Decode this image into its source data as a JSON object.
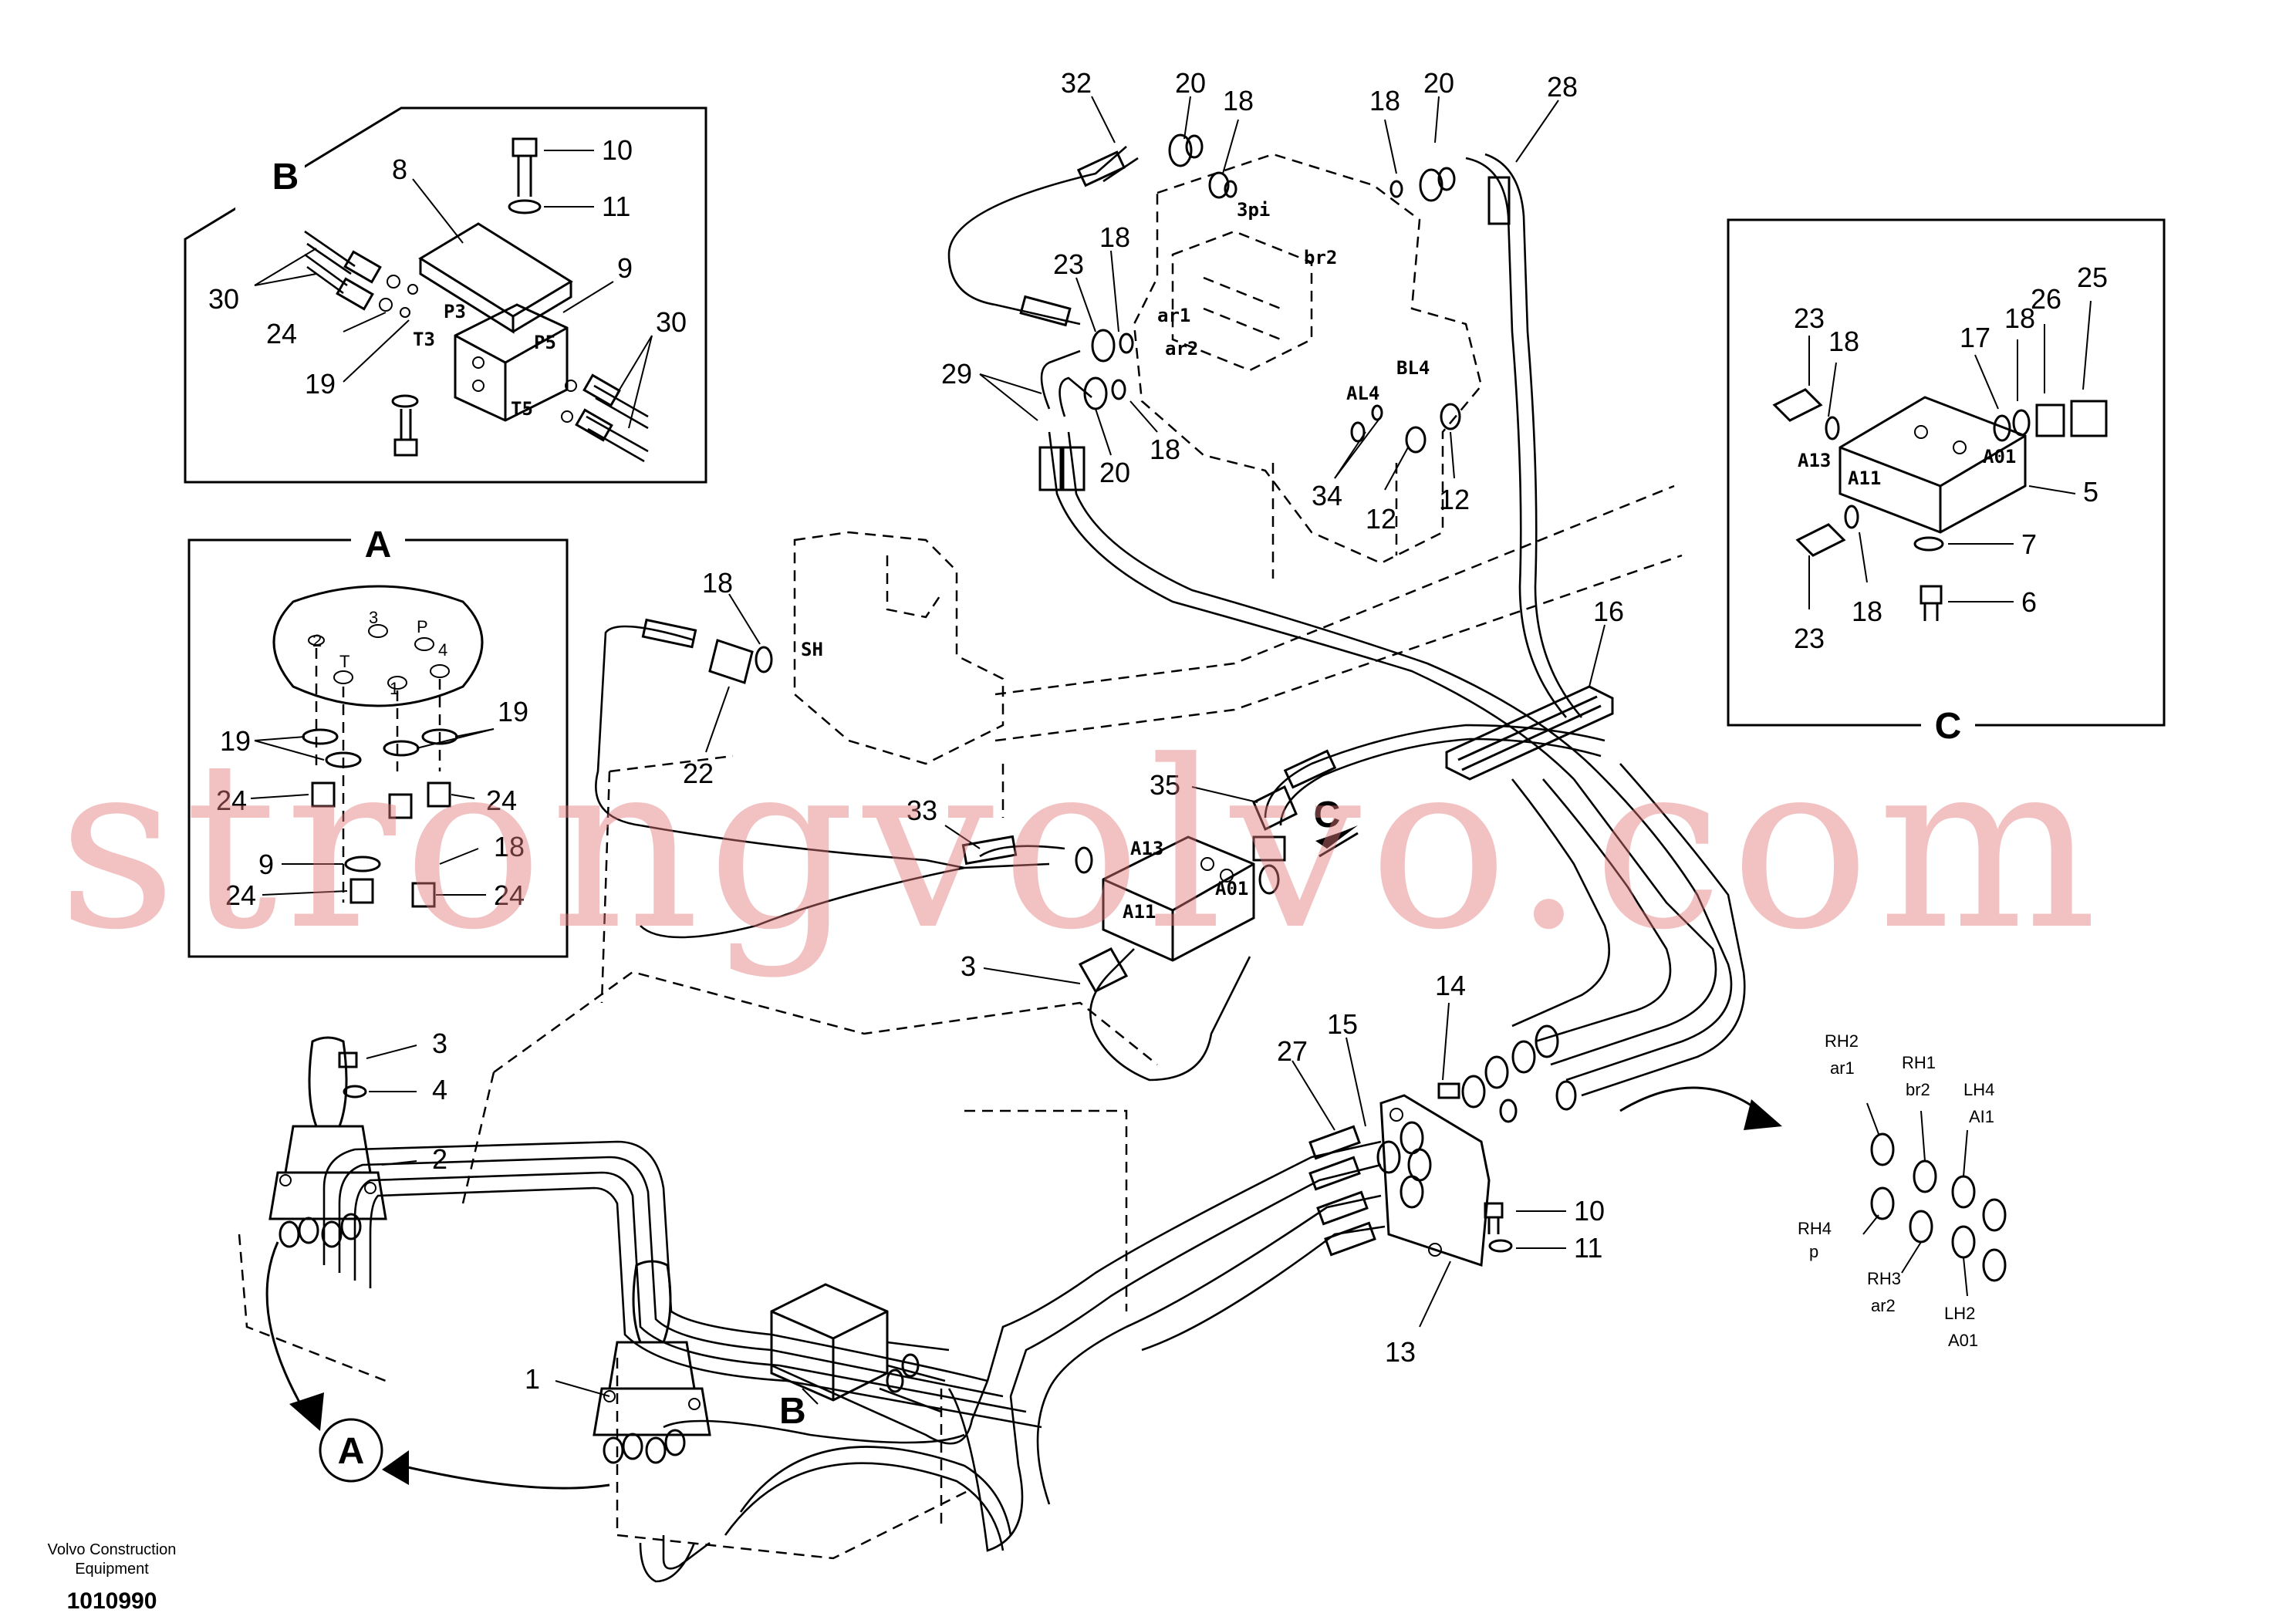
{
  "views": {
    "B": "B",
    "A": "A",
    "C": "C"
  },
  "part_numbers": {
    "p1": "1",
    "p2": "2",
    "p3a": "3",
    "p3b": "3",
    "p4": "4",
    "p5": "5",
    "p6": "6",
    "p7": "7",
    "p8": "8",
    "p9": "9",
    "p9b": "9",
    "p10": "10",
    "p10b": "10",
    "p11": "11",
    "p11b": "11",
    "p12a": "12",
    "p12b": "12",
    "p13": "13",
    "p14": "14",
    "p15": "15",
    "p16": "16",
    "p17": "17",
    "p18a": "18",
    "p18b": "18",
    "p18c": "18",
    "p18d": "18",
    "p18e": "18",
    "p18f": "18",
    "p18g": "18",
    "p18h": "18",
    "p19a": "19",
    "p19b": "19",
    "p19c": "19",
    "p20a": "20",
    "p20b": "20",
    "p20c": "20",
    "p22": "22",
    "p23a": "23",
    "p23b": "23",
    "p23c": "23",
    "p24a": "24",
    "p24b": "24",
    "p24c": "24",
    "p24d": "24",
    "p24e": "24",
    "p25": "25",
    "p26": "26",
    "p27": "27",
    "p28": "28",
    "p29": "29",
    "p30a": "30",
    "p30b": "30",
    "p32": "32",
    "p33": "33",
    "p34": "34",
    "p35": "35"
  },
  "ports": {
    "pi3": "3pi",
    "br2": "br2",
    "ar1": "ar1",
    "ar2": "ar2",
    "al4": "AL4",
    "bl4": "BL4",
    "sh": "SH",
    "p3": "P3",
    "t3": "T3",
    "p5": "P5",
    "t5": "T5",
    "a13": "A13",
    "a11": "A11",
    "a01": "A01",
    "c_a13": "A13",
    "c_a11": "A11",
    "c_a01": "A01",
    "pad_3": "3",
    "pad_p": "P",
    "pad_2": "2",
    "pad_t": "T",
    "pad_4": "4",
    "pad_1": "1"
  },
  "connector_map": {
    "rh2": "RH2",
    "ar1": "ar1",
    "rh1": "RH1",
    "br2": "br2",
    "lh4": "LH4",
    "ai1": "AI1",
    "rh4": "RH4",
    "p": "p",
    "rh3": "RH3",
    "ar2": "ar2",
    "lh2": "LH2",
    "a01": "A01"
  },
  "footer": {
    "company_line1": "Volvo Construction",
    "company_line2": "Equipment",
    "drawing_number": "1010990"
  },
  "watermark": "strongvolvo.com"
}
